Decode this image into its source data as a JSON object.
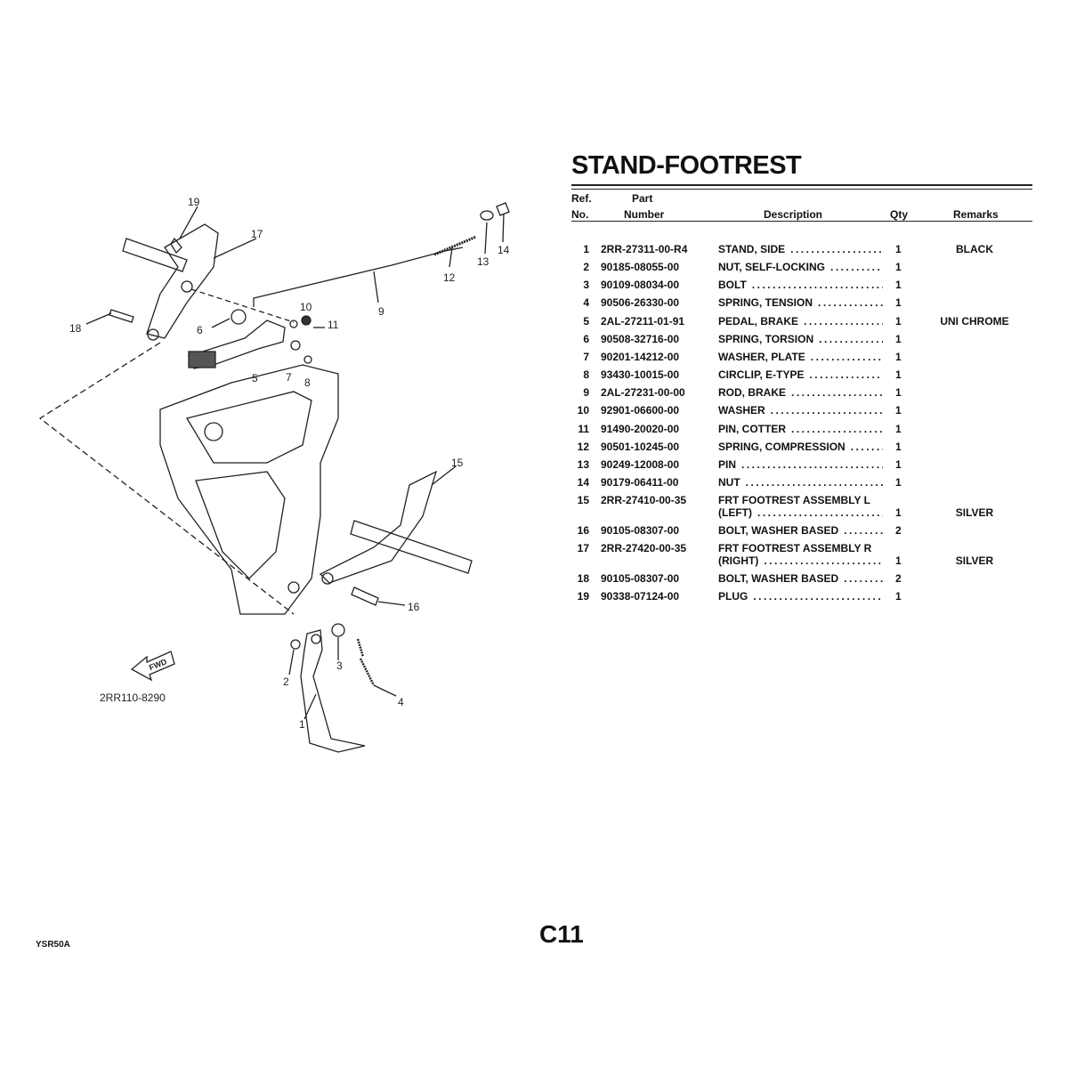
{
  "title": "STAND-FOOTREST",
  "headers": {
    "ref_line1": "Ref.",
    "ref_line2": "No.",
    "part_line1": "Part",
    "part_line2": "Number",
    "description": "Description",
    "qty": "Qty",
    "remarks": "Remarks"
  },
  "parts": [
    {
      "ref": "1",
      "part": "2RR-27311-00-R4",
      "desc": "STAND, SIDE",
      "qty": "1",
      "remarks": "BLACK"
    },
    {
      "ref": "2",
      "part": "90185-08055-00",
      "desc": "NUT, SELF-LOCKING",
      "qty": "1",
      "remarks": ""
    },
    {
      "ref": "3",
      "part": "90109-08034-00",
      "desc": "BOLT",
      "qty": "1",
      "remarks": ""
    },
    {
      "ref": "4",
      "part": "90506-26330-00",
      "desc": "SPRING, TENSION",
      "qty": "1",
      "remarks": ""
    },
    {
      "ref": "5",
      "part": "2AL-27211-01-91",
      "desc": "PEDAL, BRAKE",
      "qty": "1",
      "remarks": "UNI CHROME"
    },
    {
      "ref": "6",
      "part": "90508-32716-00",
      "desc": "SPRING, TORSION",
      "qty": "1",
      "remarks": ""
    },
    {
      "ref": "7",
      "part": "90201-14212-00",
      "desc": "WASHER, PLATE",
      "qty": "1",
      "remarks": ""
    },
    {
      "ref": "8",
      "part": "93430-10015-00",
      "desc": "CIRCLIP, E-TYPE",
      "qty": "1",
      "remarks": ""
    },
    {
      "ref": "9",
      "part": "2AL-27231-00-00",
      "desc": "ROD, BRAKE",
      "qty": "1",
      "remarks": ""
    },
    {
      "ref": "10",
      "part": "92901-06600-00",
      "desc": "WASHER",
      "qty": "1",
      "remarks": ""
    },
    {
      "ref": "11",
      "part": "91490-20020-00",
      "desc": "PIN, COTTER",
      "qty": "1",
      "remarks": ""
    },
    {
      "ref": "12",
      "part": "90501-10245-00",
      "desc": "SPRING, COMPRESSION",
      "qty": "1",
      "remarks": ""
    },
    {
      "ref": "13",
      "part": "90249-12008-00",
      "desc": "PIN",
      "qty": "1",
      "remarks": ""
    },
    {
      "ref": "14",
      "part": "90179-06411-00",
      "desc": "NUT",
      "qty": "1",
      "remarks": ""
    },
    {
      "ref": "15",
      "part": "2RR-27410-00-35",
      "desc": "FRT FOOTREST ASSEMBLY L",
      "desc2": "(LEFT)",
      "qty": "1",
      "remarks": "SILVER"
    },
    {
      "ref": "16",
      "part": "90105-08307-00",
      "desc": "BOLT, WASHER BASED",
      "qty": "2",
      "remarks": ""
    },
    {
      "ref": "17",
      "part": "2RR-27420-00-35",
      "desc": "FRT FOOTREST ASSEMBLY R",
      "desc2": "(RIGHT)",
      "qty": "1",
      "remarks": "SILVER"
    },
    {
      "ref": "18",
      "part": "90105-08307-00",
      "desc": "BOLT, WASHER BASED",
      "qty": "2",
      "remarks": ""
    },
    {
      "ref": "19",
      "part": "90338-07124-00",
      "desc": "PLUG",
      "qty": "1",
      "remarks": ""
    }
  ],
  "diagram": {
    "code": "2RR110-8290",
    "fwd": "FWD",
    "callouts": [
      "1",
      "2",
      "3",
      "4",
      "5",
      "6",
      "7",
      "8",
      "9",
      "10",
      "11",
      "12",
      "13",
      "14",
      "15",
      "16",
      "17",
      "18",
      "19"
    ]
  },
  "footer": {
    "model": "YSR50A",
    "page": "C11"
  }
}
